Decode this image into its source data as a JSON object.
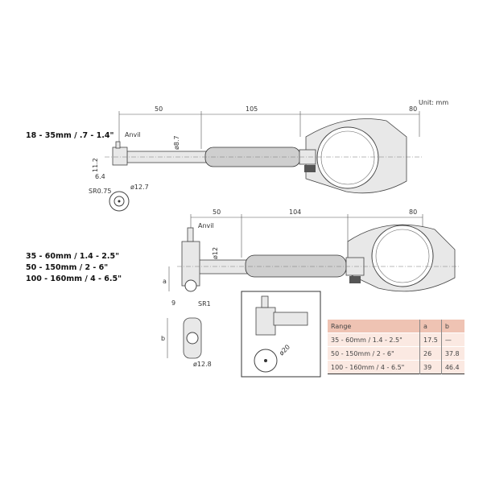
{
  "unit_label": "Unit: mm",
  "top": {
    "title": "18 - 35mm / .7 - 1.4\"",
    "dims": {
      "d1": "50",
      "d2": "105",
      "d3": "80",
      "rod_dia": "ø8.7",
      "height": "11.2",
      "offset": "6.4",
      "sr": "SR0.75",
      "anvil_dia": "ø12.7"
    },
    "anvil_label": "Anvil"
  },
  "bottom": {
    "titles": [
      "35 - 60mm / 1.4 - 2.5\"",
      "50 - 150mm / 2 - 6\"",
      "100 - 160mm / 4 - 6.5\""
    ],
    "dims": {
      "d1": "50",
      "d2": "104",
      "d3": "80",
      "rod_dia": "ø12",
      "a": "a",
      "nine": "9",
      "sr": "SR1",
      "b": "b",
      "anvil_dia": "ø12.8",
      "inset_dia": "ø20"
    },
    "anvil_label": "Anvil"
  },
  "table": {
    "headers": [
      "Range",
      "a",
      "b"
    ],
    "rows": [
      [
        "35 - 60mm / 1.4 - 2.5\"",
        "17.5",
        "—"
      ],
      [
        "50 - 150mm / 2 - 6\"",
        "26",
        "37.8"
      ],
      [
        "100 - 160mm / 4 - 6.5\"",
        "39",
        "46.4"
      ]
    ]
  },
  "colors": {
    "table_header": "#efc3b3",
    "table_row": "#fbe9e2"
  }
}
